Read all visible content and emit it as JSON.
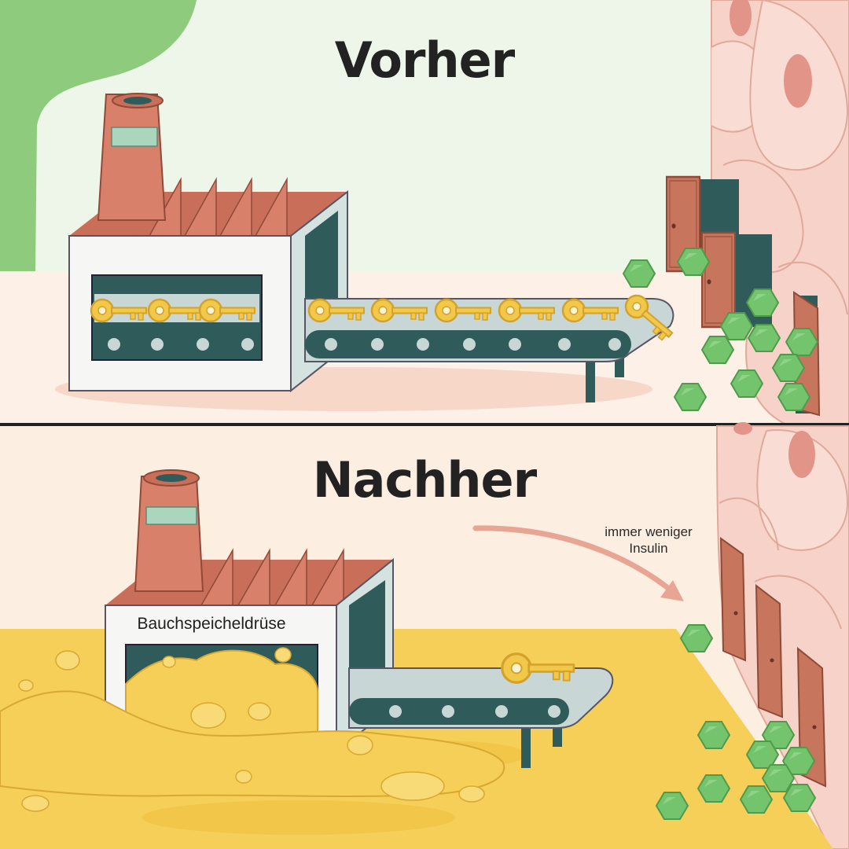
{
  "panels": {
    "before": {
      "title": "Vorher"
    },
    "after": {
      "title": "Nachher",
      "factory_label": "Bauchspeicheldrüse",
      "arrow_label_line1": "immer weniger",
      "arrow_label_line2": "Insulin"
    }
  },
  "icons": [
    "factory-icon",
    "key-icon",
    "hexagon-glucose-icon",
    "cell-door-icon",
    "fat-blob-icon",
    "arrow-icon"
  ],
  "colors": {
    "chimney": "#d9806a",
    "roof": "#c96e58",
    "factory_wall": "#f6f6f4",
    "conveyor": "#c9d6d6",
    "key": "#f2c84a",
    "glucose": "#74c46e",
    "cell": "#f6d2c8",
    "door": "#c7765d",
    "fat": "#f5cf57",
    "green_blob": "#8ecb7c"
  }
}
